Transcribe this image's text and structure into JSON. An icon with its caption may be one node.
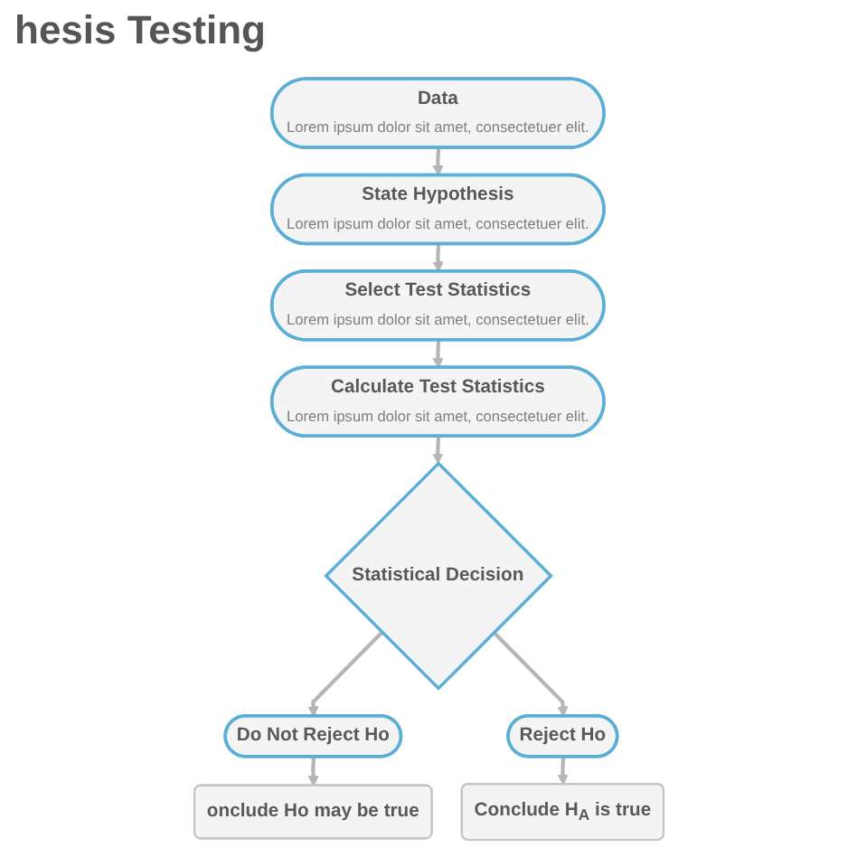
{
  "diagram": {
    "title": "hesis Testing",
    "nodes": [
      {
        "text": [
          "Data",
          "Lorem ipsum dolor sit amet, consectetuer elit."
        ]
      },
      {
        "text": [
          "State Hypothesis",
          "Lorem ipsum dolor sit amet, consectetuer elit."
        ]
      },
      {
        "text": [
          "Select Test Statistics",
          "Lorem ipsum dolor sit amet, consectetuer elit."
        ]
      },
      {
        "text": [
          "Calculate Test Statistics",
          "Lorem ipsum dolor sit amet, consectetuer elit."
        ]
      },
      {
        "text": [
          "Do Not Reject Ho"
        ]
      },
      {
        "text": [
          "Statistical Decision"
        ]
      },
      {
        "text": [
          "Reject Ho"
        ]
      },
      {
        "text": [
          "onclude Ho may be true"
        ]
      },
      {
        "text": [
          "Conclude H$_{A}$ is true"
        ]
      }
    ],
    "edges": [
      {
        "from": 0,
        "to": 1,
        "arrow": "to"
      },
      {
        "from": 1,
        "to": 2,
        "arrow": "to"
      },
      {
        "from": 2,
        "to": 3,
        "arrow": "to"
      },
      {
        "from": 3,
        "to": 5,
        "arrow": "to"
      },
      {
        "from": 5,
        "to": 4,
        "arrow": "to"
      },
      {
        "from": 5,
        "to": 6,
        "arrow": "to"
      },
      {
        "from": 4,
        "to": 7,
        "arrow": "to"
      },
      {
        "from": 6,
        "to": 8,
        "arrow": "to"
      }
    ]
  }
}
